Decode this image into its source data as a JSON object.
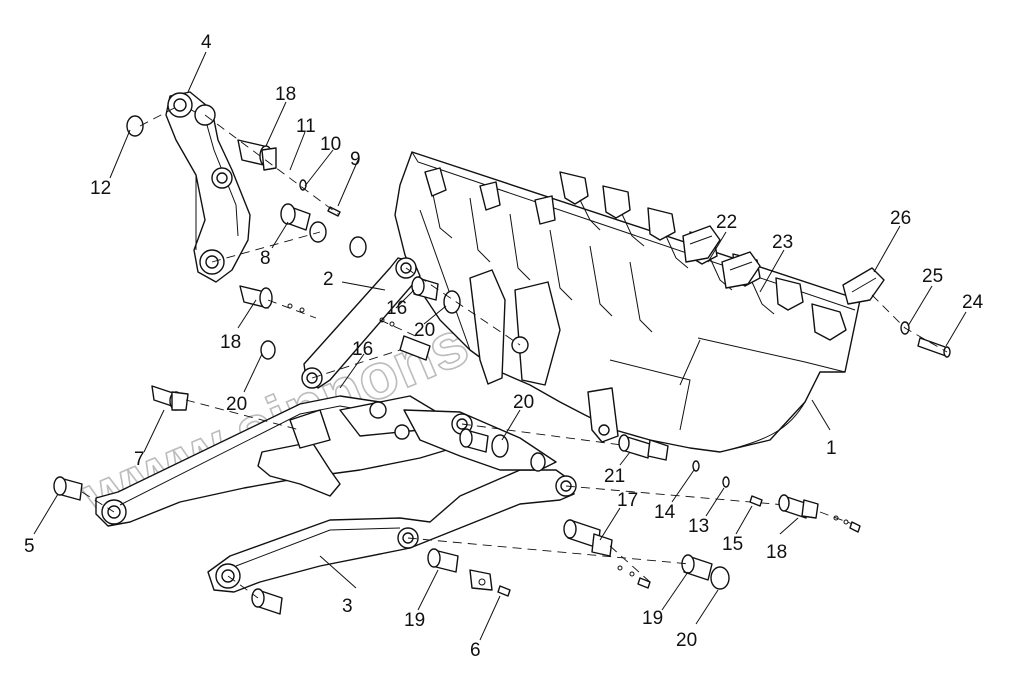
{
  "watermark": "www.sinnonsoo.kz",
  "callouts": {
    "c1": "1",
    "c2": "2",
    "c3": "3",
    "c4": "4",
    "c5": "5",
    "c6": "6",
    "c7": "7",
    "c8": "8",
    "c9": "9",
    "c10": "10",
    "c11": "11",
    "c12": "12",
    "c13": "13",
    "c14": "14",
    "c15": "15",
    "c16a": "16",
    "c16b": "16",
    "c17": "17",
    "c18a": "18",
    "c18b": "18",
    "c18c": "18",
    "c19a": "19",
    "c19b": "19",
    "c20a": "20",
    "c20b": "20",
    "c20c": "20",
    "c20d": "20",
    "c21": "21",
    "c22": "22",
    "c23": "23",
    "c24": "24",
    "c25": "25",
    "c26": "26"
  },
  "colors": {
    "line": "#111111",
    "watermark": "#bcbcbc",
    "background": "#ffffff"
  }
}
